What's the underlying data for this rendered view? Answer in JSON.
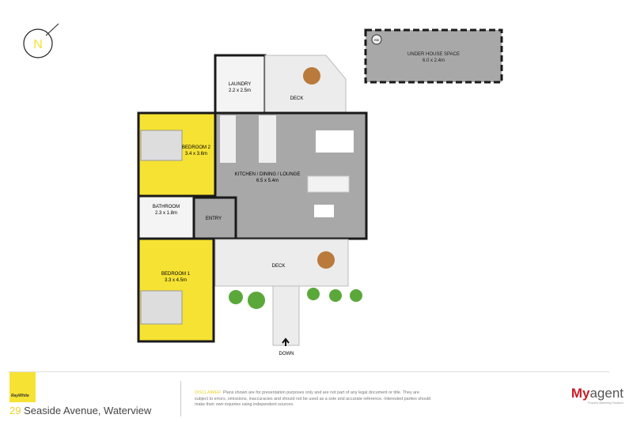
{
  "compass": {
    "label": "N"
  },
  "rooms": [
    {
      "name": "BEDROOM 2",
      "size": "3.4 x 3.6m"
    },
    {
      "name": "KITCHEN / DINING / LOUNGE",
      "size": "6.5 x 5.4m"
    },
    {
      "name": "LAUNDRY",
      "size": "2.2 x 2.5m"
    },
    {
      "name": "DECK",
      "size": ""
    },
    {
      "name": "UNDER HOUSE SPACE",
      "size": "6.0 x 2.4m"
    },
    {
      "name": "BATHROOM",
      "size": "2.3 x 1.8m"
    },
    {
      "name": "ENTRY",
      "size": ""
    },
    {
      "name": "BEDROOM 1",
      "size": "3.3 x 4.5m"
    },
    {
      "name": "DECK",
      "size": ""
    }
  ],
  "stairs_label": "DOWN",
  "hws_label": "HW",
  "colors": {
    "bedroom": "#f6e232",
    "living": "#a8a8a8",
    "deck": "#ececec",
    "wall": "#1a1a1a",
    "plant": "#5aa83a"
  },
  "footer": {
    "agency": "RayWhite",
    "address_number": "29",
    "address_text": " Seaside Avenue, Waterview",
    "disclaimer_label": "DISCLAIMER:",
    "disclaimer_text": " Plans shown are for presentation purposes only and are not part of any legal document or title. They are subject to errors, omissions, inaccuracies and should not be used as a sole and accurate reference. Interested parties should make their own inquiries using independent sources.",
    "brand_my": "My",
    "brand_agent": "agent",
    "brand_tagline": "Property Marketing Solutions"
  }
}
